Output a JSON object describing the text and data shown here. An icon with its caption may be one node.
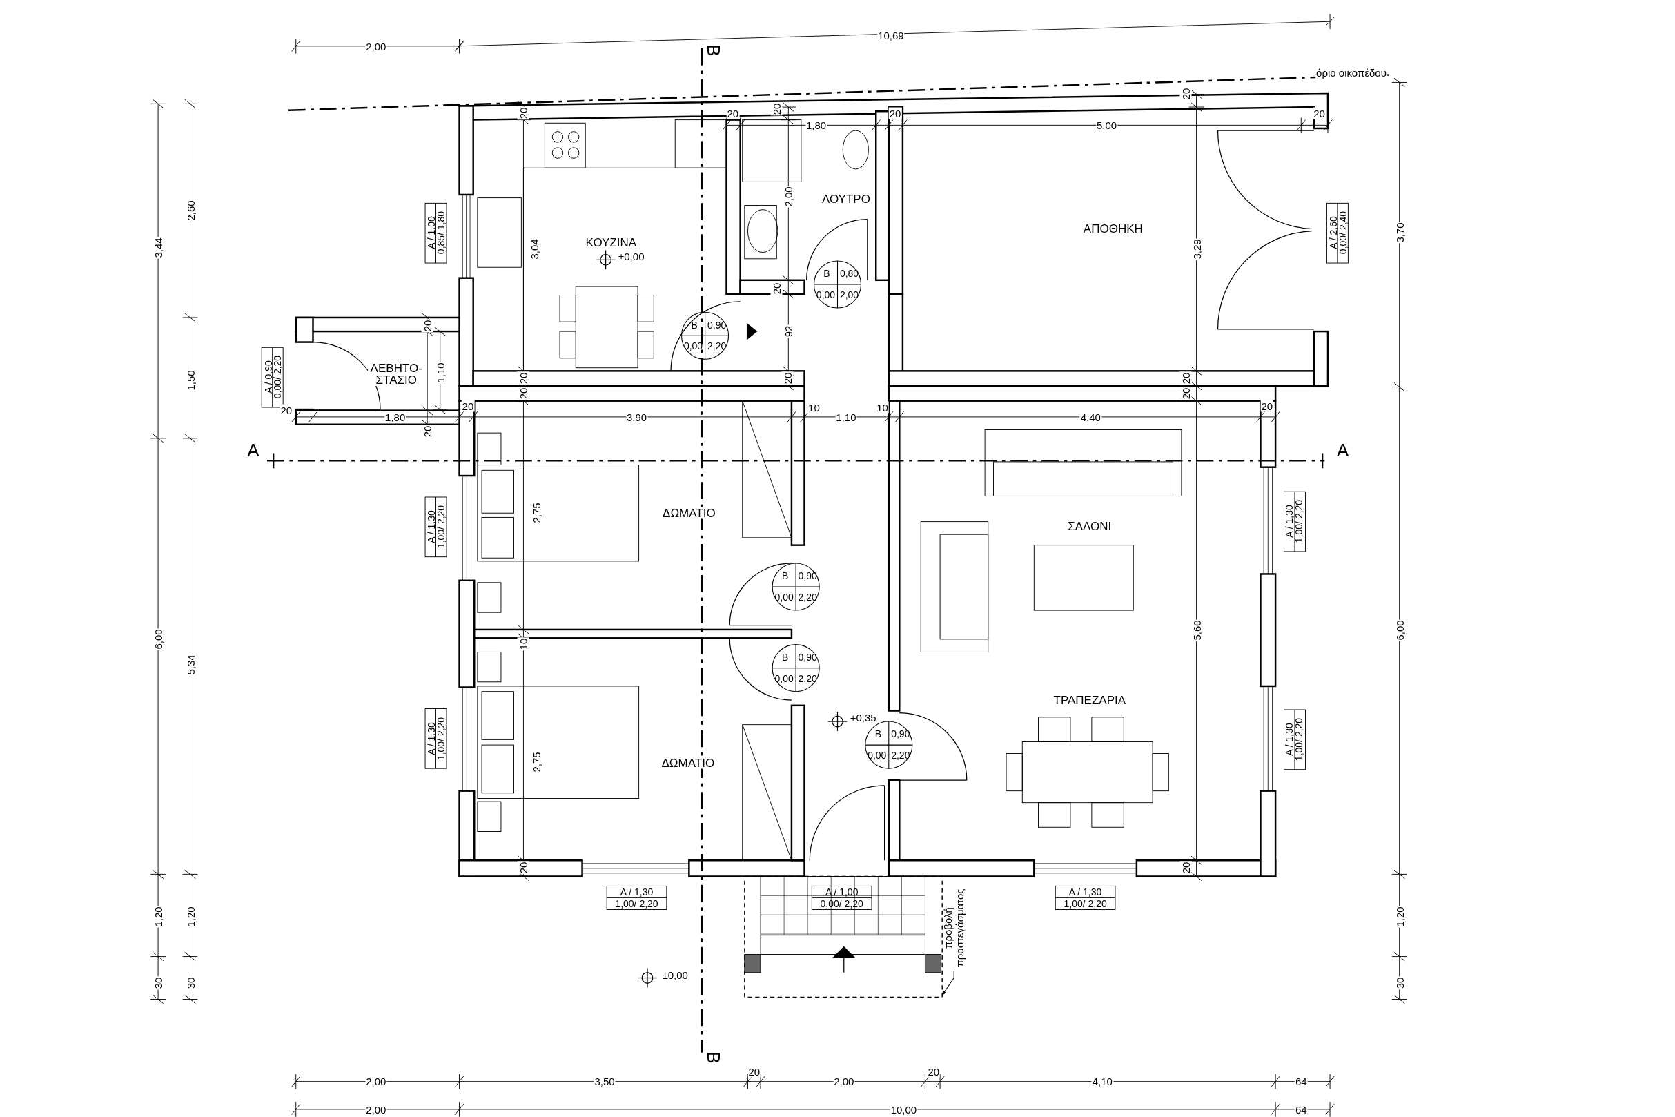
{
  "diagram": {
    "nodes": [
      {
        "text": [
          "προβολή προστεγάσματος"
        ]
      },
      {
        "text": [],
        "shape": "box"
      }
    ],
    "edges": [
      {
        "from": 0,
        "to": 1,
        "arrow": "to"
      }
    ],
    "labels": [
      "2,00",
      "10,69",
      "B",
      "όριο οικοπέδου",
      "20",
      "20",
      "20",
      "1,80",
      "20",
      "20",
      "5,00",
      "20",
      "3,44",
      "2,60",
      "A / 1,00",
      "0,85/ 1,80",
      "3,04",
      "ΚΟΥΖΙΝΑ",
      "±0,00",
      "ΛΟΥΤΡΟ",
      "2,00",
      "ΑΠΟΘΗΚΗ",
      "3,29",
      "A / 2,60",
      "0,00/ 2,40",
      "3,70",
      "B",
      "0,80",
      "0,00",
      "2,00",
      "20",
      "20",
      "B",
      "0,90",
      "0,00",
      "2,20",
      "92",
      "1,50",
      "A / 0,90",
      "0,00/ 2,20",
      "ΛΕΒΗΤΟ- ΣΤΑΣΙΟ",
      "1,10",
      "20",
      "20",
      "20",
      "20",
      "1,80",
      "20",
      "3,90",
      "10",
      "1,10",
      "10",
      "4,40",
      "20",
      "20",
      "20",
      "20",
      "A",
      "A",
      "ΔΩΜΑΤΙΟ",
      "2,75",
      "A / 1,30",
      "1,00/ 2,20",
      "ΣΑΛΟΝΙ",
      "A / 1,30",
      "1,00/ 2,20",
      "B",
      "0,90",
      "0,00",
      "2,20",
      "6,00",
      "5,34",
      "10",
      "5,60",
      "6,00",
      "B",
      "0,90",
      "0,00",
      "2,20",
      "ΤΡΑΠΕΖΑΡΙΑ",
      "+0,35",
      "A / 1,30",
      "1,00/ 2,20",
      "B",
      "0,90",
      "0,00",
      "2,20",
      "A / 1,30",
      "1,00/ 2,20",
      "ΔΩΜΑΤΙΟ",
      "2,75",
      "20",
      "20",
      "A / 1,30",
      "1,00/ 2,20",
      "A / 1,00",
      "0,00/ 2,20",
      "A / 1,30",
      "1,00/ 2,20",
      "1,20",
      "1,20",
      "1,20",
      "±0,00",
      "30",
      "30",
      "30",
      "B",
      "2,00",
      "20",
      "3,50",
      "2,00",
      "20",
      "4,10",
      "64",
      "2,00",
      "10,00",
      "64"
    ]
  }
}
